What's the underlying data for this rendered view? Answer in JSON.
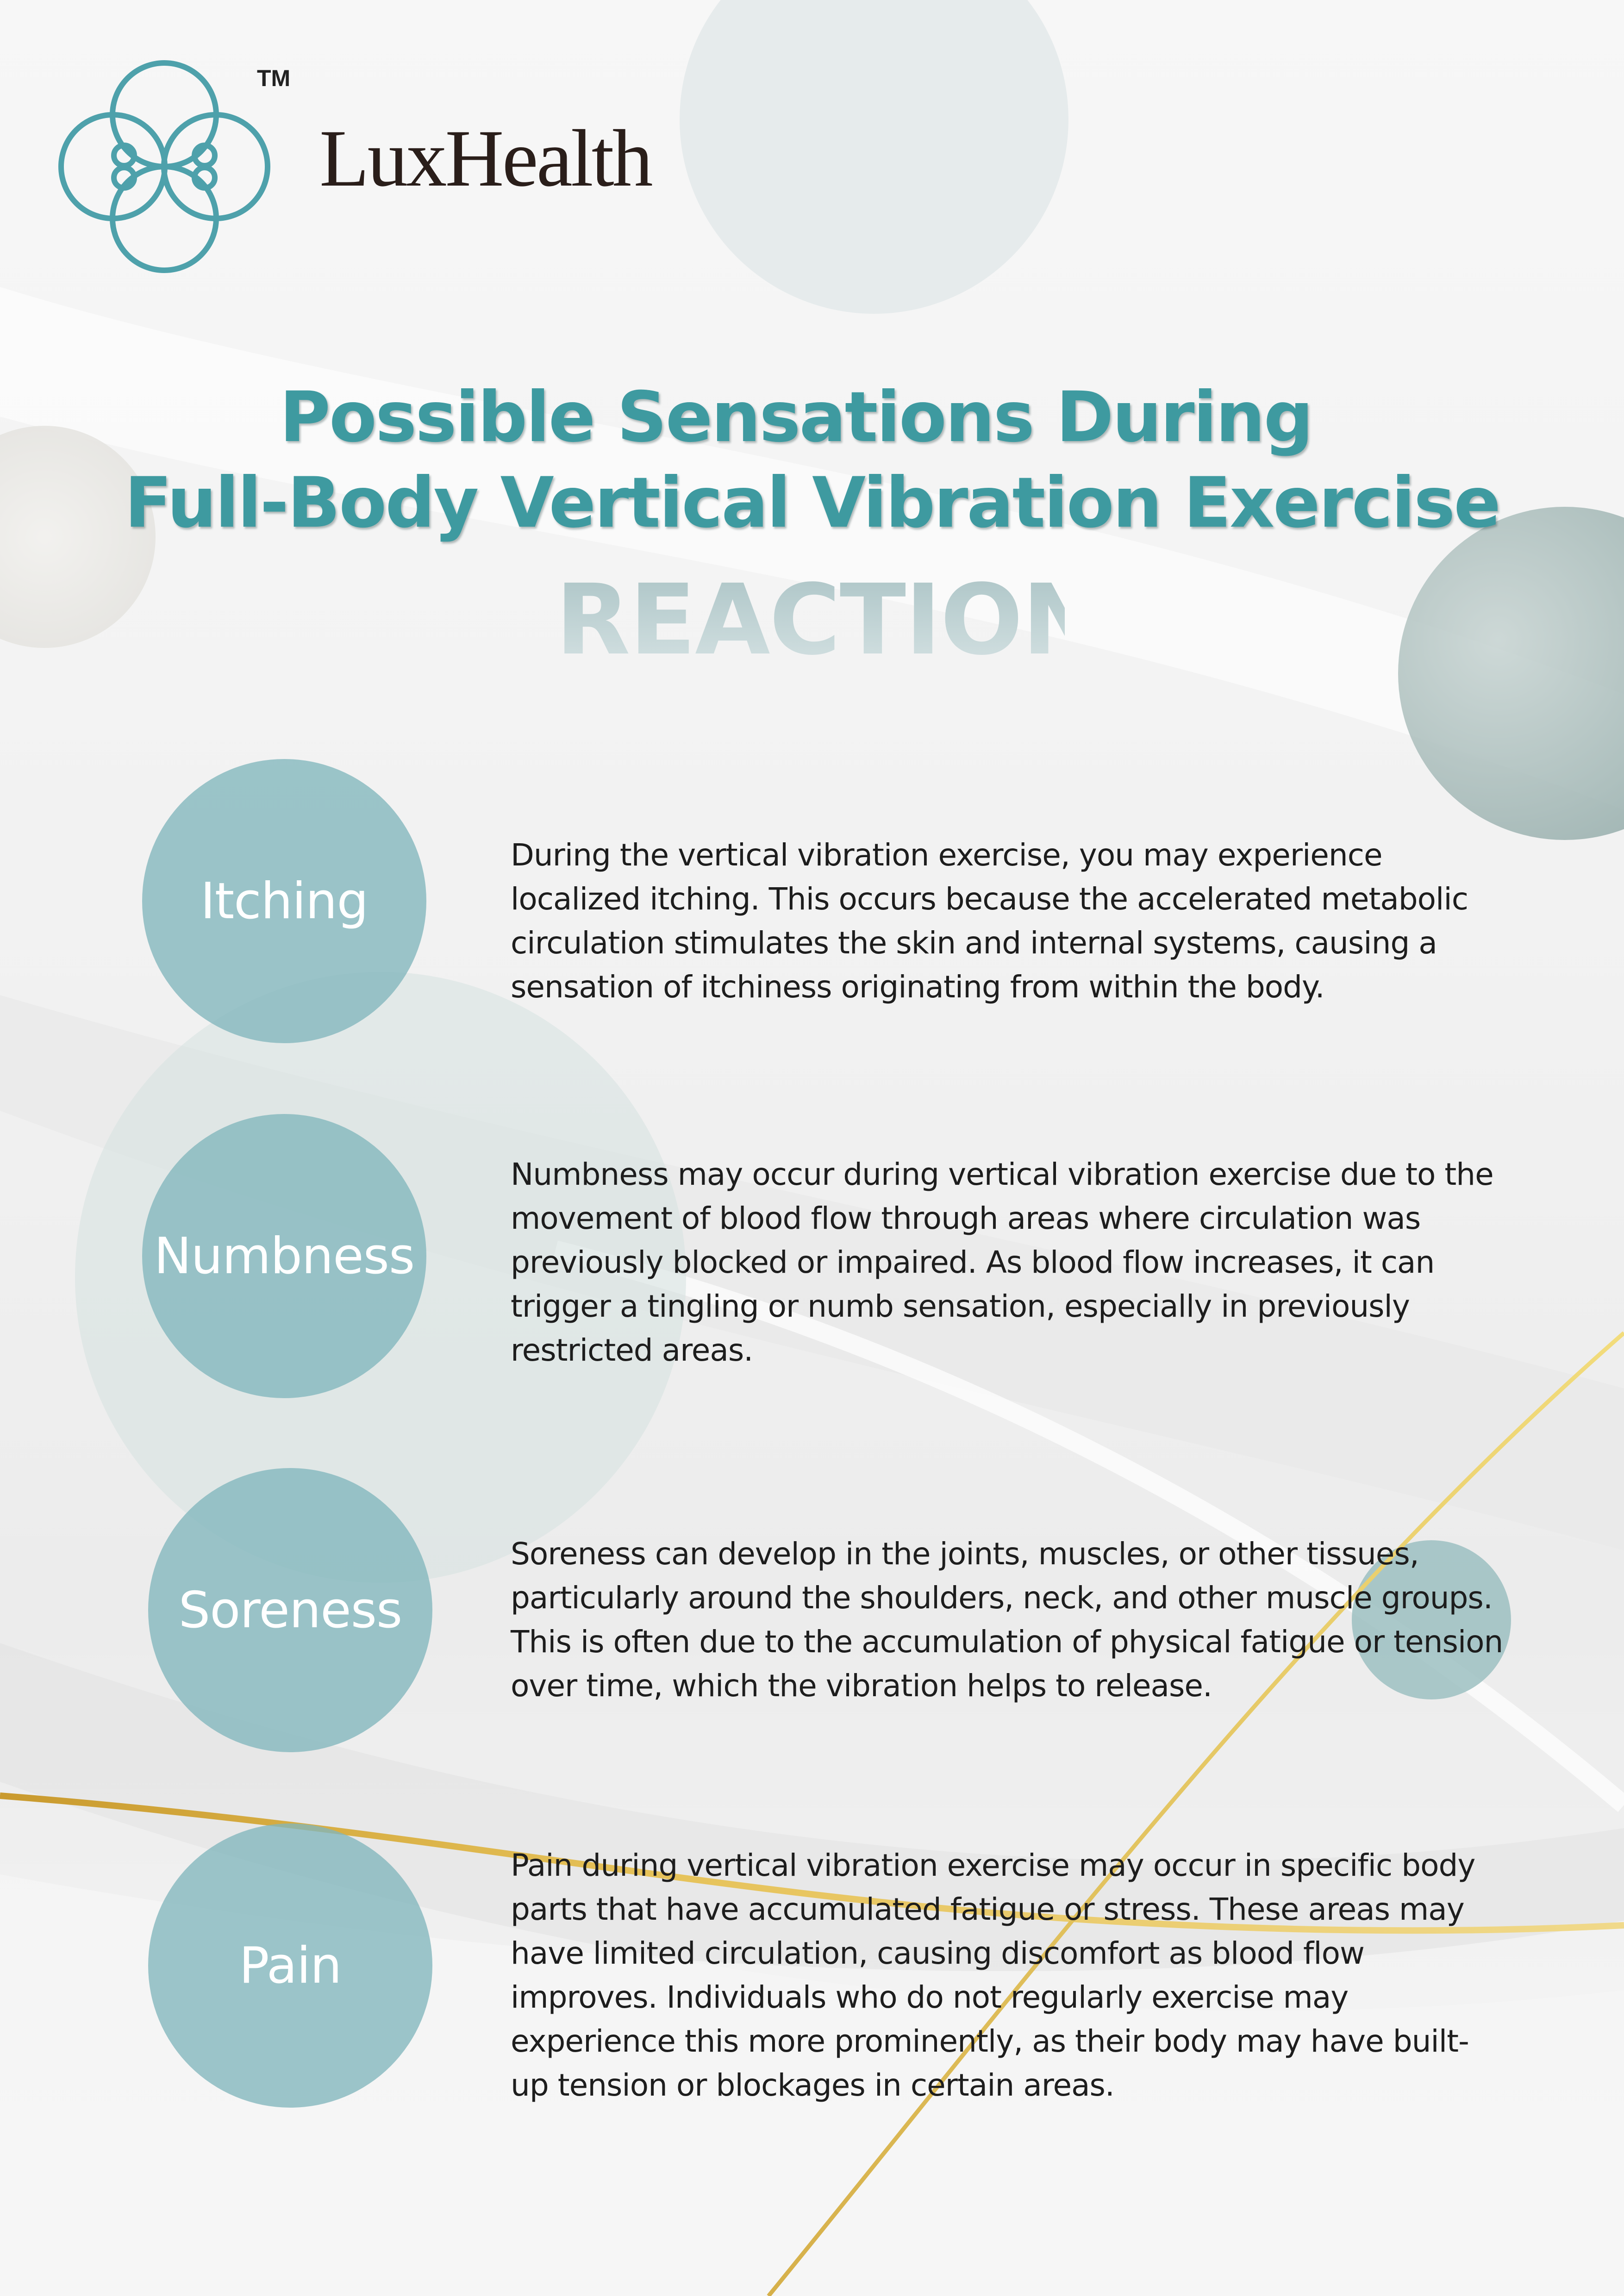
{
  "brand": {
    "name": "LuxHealth",
    "trademark": "TM",
    "logo_icon": "interlocking-rings-logo",
    "color": "#4ea1ab"
  },
  "header": {
    "title_line1": "Possible Sensations During",
    "title_line2": "Full-Body Vertical Vibration Exercise",
    "subtitle": "REACTION"
  },
  "colors": {
    "accent": "#3e9aa0",
    "circle": "#81b6bd",
    "gold": "#e8c95a",
    "text": "#1d1d1d"
  },
  "items": [
    {
      "label": "Itching",
      "description": " During the vertical vibration exercise, you may experience localized itching. This occurs because the accelerated metabolic circulation stimulates the skin and internal systems, causing a sensation of itchiness originating from within the body."
    },
    {
      "label": "Numbness",
      "description": "Numbness may occur during vertical vibration exercise due to the movement of blood flow through areas where circulation was previously blocked or impaired. As blood flow increases, it can trigger a tingling or numb sensation, especially in previously restricted areas."
    },
    {
      "label": "Soreness",
      "description": "Soreness can develop in the joints, muscles, or other tissues, particularly around the shoulders, neck, and other muscle groups. This is often due to the accumulation of physical fatigue or tension over time, which the vibration helps to release."
    },
    {
      "label": "Pain",
      "description": "Pain during vertical vibration exercise may occur in specific body parts that have accumulated fatigue or stress. These areas may have limited circulation, causing discomfort as blood flow improves. Individuals who do not regularly exercise may experience this more prominently, as their body may have built-up tension or blockages in certain areas."
    }
  ]
}
